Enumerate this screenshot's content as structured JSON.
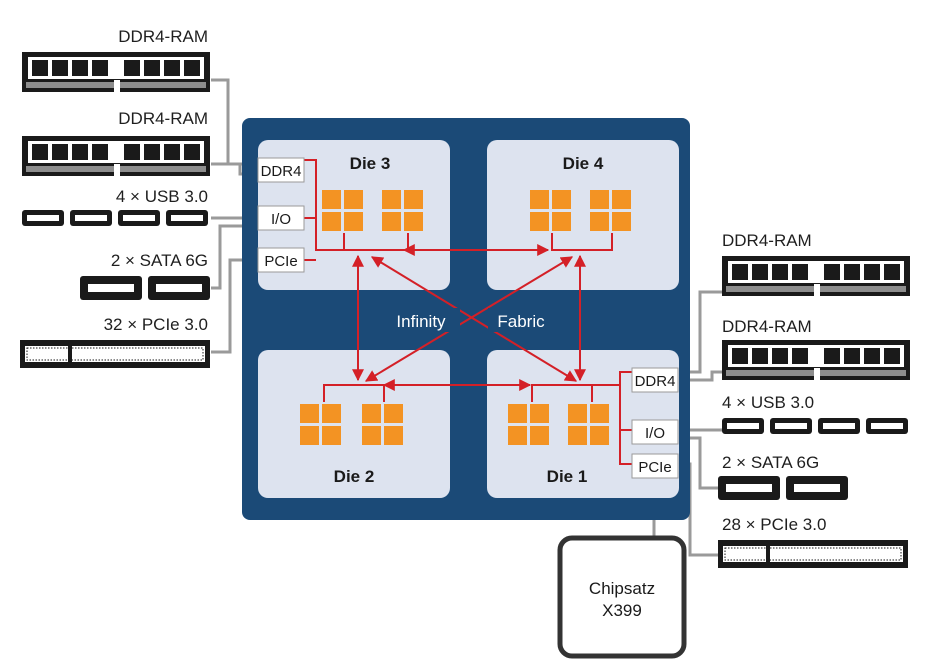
{
  "colors": {
    "package": "#1b4a77",
    "die_panel": "#dde3ef",
    "core": "#f39323",
    "link": "#d42027",
    "connector": "#9a9a9a",
    "chipset": "#333333"
  },
  "fabric": {
    "word1": "Infinity",
    "word2": "Fabric"
  },
  "dies": [
    {
      "id": "die-3",
      "label": "Die 3"
    },
    {
      "id": "die-4",
      "label": "Die 4"
    },
    {
      "id": "die-2",
      "label": "Die 2"
    },
    {
      "id": "die-1",
      "label": "Die 1"
    }
  ],
  "ports_left": {
    "ddr": "DDR4",
    "io": "I/O",
    "pcie": "PCIe"
  },
  "ports_right": {
    "ddr": "DDR4",
    "io": "I/O",
    "pcie": "PCIe"
  },
  "peripherals_left": {
    "ram1": "DDR4-RAM",
    "ram2": "DDR4-RAM",
    "usb": "4 × USB 3.0",
    "sata": "2 × SATA 6G",
    "pcie": "32 × PCIe 3.0"
  },
  "peripherals_right": {
    "ram1": "DDR4-RAM",
    "ram2": "DDR4-RAM",
    "usb": "4 × USB 3.0",
    "sata": "2 × SATA 6G",
    "pcie": "28 × PCIe 3.0"
  },
  "chipset": {
    "line1": "Chipsatz",
    "line2": "X399"
  }
}
